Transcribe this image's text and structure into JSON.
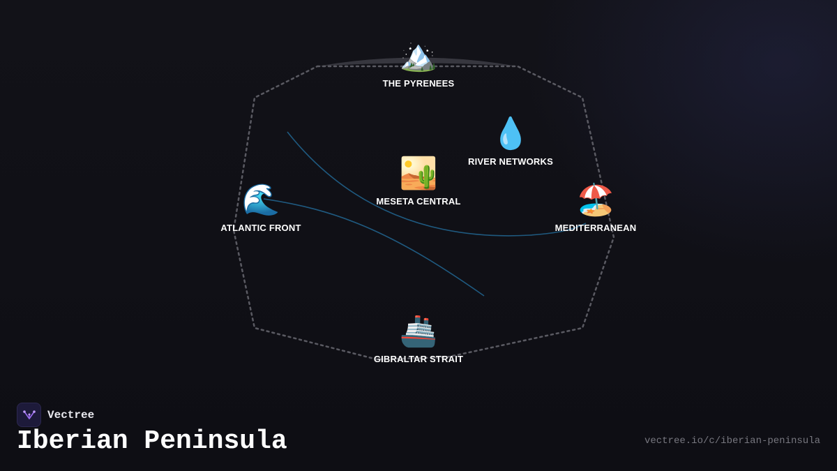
{
  "diagram": {
    "nodes": [
      {
        "id": "pyrenees",
        "label": "THE PYRENEES",
        "icon": "mountain-icon",
        "glyph": "🏔️"
      },
      {
        "id": "rivers",
        "label": "RIVER NETWORKS",
        "icon": "droplet-icon",
        "glyph": "💧"
      },
      {
        "id": "meseta",
        "label": "MESETA CENTRAL",
        "icon": "desert-icon",
        "glyph": "🏜️"
      },
      {
        "id": "atlantic",
        "label": "ATLANTIC FRONT",
        "icon": "wave-icon",
        "glyph": "🌊"
      },
      {
        "id": "mediterranean",
        "label": "MEDITERRANEAN",
        "icon": "beach-umbrella-icon",
        "glyph": "🏖️"
      },
      {
        "id": "gibraltar",
        "label": "GIBRALTAR STRAIT",
        "icon": "ship-icon",
        "glyph": "🚢"
      }
    ],
    "colors": {
      "outline": "#5a5a62",
      "connector": "#1f5a80",
      "ridge": "#3c3c44"
    }
  },
  "brand": {
    "name": "Vectree",
    "icon": "vectree-logo-icon",
    "accent": "#9b6cf0"
  },
  "title": "Iberian Peninsula",
  "url": "vectree.io/c/iberian-peninsula"
}
